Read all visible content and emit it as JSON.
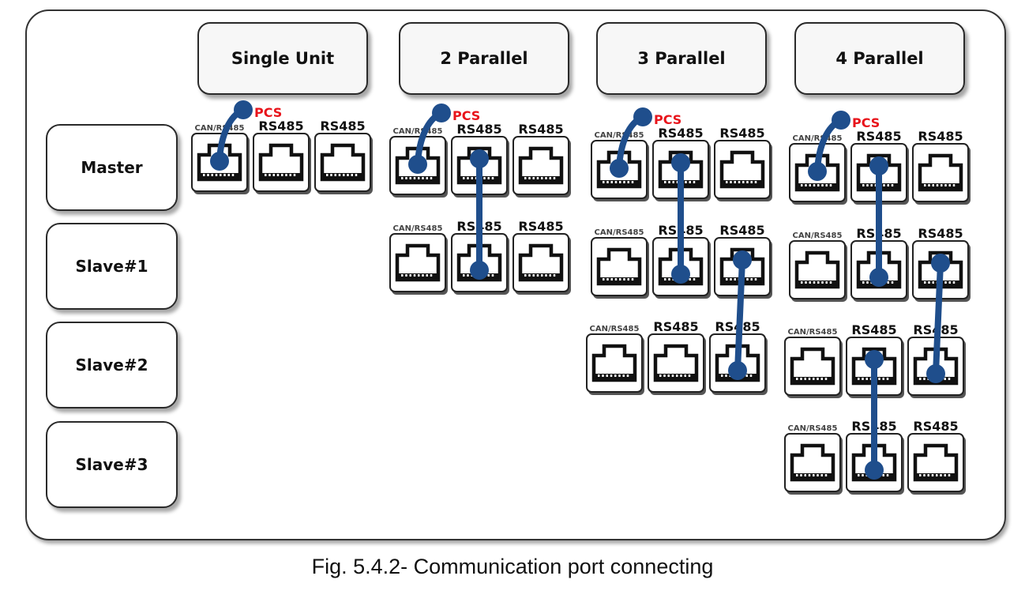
{
  "columns": [
    {
      "id": "single",
      "label": "Single Unit",
      "units": [
        "Master"
      ]
    },
    {
      "id": "p2",
      "label": "2 Parallel",
      "units": [
        "Master",
        "Slave#1"
      ]
    },
    {
      "id": "p3",
      "label": "3 Parallel",
      "units": [
        "Master",
        "Slave#1",
        "Slave#2"
      ]
    },
    {
      "id": "p4",
      "label": "4 Parallel",
      "units": [
        "Master",
        "Slave#1",
        "Slave#2",
        "Slave#3"
      ]
    }
  ],
  "rows": [
    {
      "label": "Master"
    },
    {
      "label": "Slave#1"
    },
    {
      "label": "Slave#2"
    },
    {
      "label": "Slave#3"
    }
  ],
  "port_labels": [
    "CAN/RS485",
    "RS485",
    "RS485"
  ],
  "pcs_label": "PCS",
  "connections": {
    "pcs_to_master_port": "CAN/RS485",
    "daisy_chain": "RS485 port of unit N links to RS485 port of unit N+1 (alternating 2nd/3rd port)"
  },
  "colors": {
    "cable": "#1f4e8c",
    "pcs_text": "#e8141b",
    "outline": "#222222"
  },
  "caption": "Fig. 5.4.2- Communication port connecting"
}
